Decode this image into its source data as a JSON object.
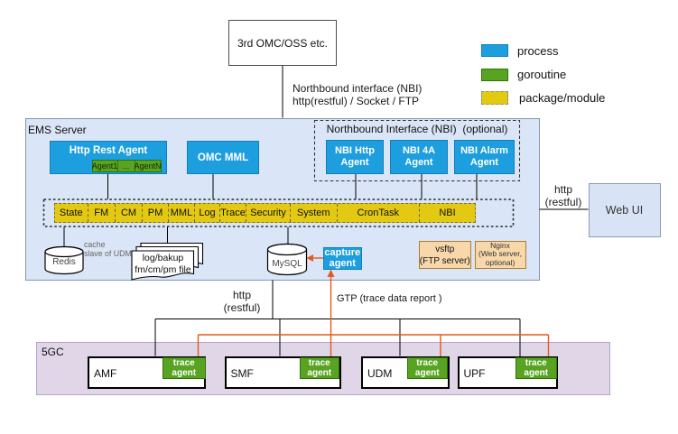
{
  "top_box": {
    "label": "3rd OMC/OSS etc."
  },
  "top_link": {
    "line1": "Northbound interface (NBI)",
    "line2": "http(restful) / Socket / FTP"
  },
  "legend": {
    "items": [
      {
        "label": "process",
        "kind": "blue-solid"
      },
      {
        "label": "goroutine",
        "kind": "green-solid"
      },
      {
        "label": "package/module",
        "kind": "yellow-dashed"
      }
    ]
  },
  "ems": {
    "title": "EMS Server",
    "http_rest_agent": {
      "title": "Http Rest Agent",
      "agents": [
        "Agent1",
        "...",
        "AgentN"
      ]
    },
    "omc_mml": {
      "label": "OMC MML"
    },
    "nbi_group": {
      "title": "Northbound Interface (NBI)  (optional)",
      "agents": [
        {
          "line1": "NBI Http",
          "line2": "Agent"
        },
        {
          "line1": "NBI 4A",
          "line2": "Agent"
        },
        {
          "line1": "NBI Alarm",
          "line2": "Agent"
        }
      ]
    },
    "modules": [
      "State",
      "FM",
      "CM",
      "PM",
      "MML",
      "Log",
      "Trace",
      "Security",
      "System",
      "CronTask",
      "NBI"
    ],
    "redis": {
      "label": "Redis",
      "note_line1": "cache",
      "note_line2": "slave of UDM"
    },
    "log_docs": {
      "line1": "log/bakup",
      "line2": "fm/cm/pm file"
    },
    "mysql": {
      "label": "MySQL"
    },
    "capture_agent": {
      "line1": "capture",
      "line2": "agent"
    },
    "vsftp": {
      "line1": "vsftp",
      "line2": "(FTP server)"
    },
    "nginx": {
      "line1": "Nginx",
      "line2": "(Web server,",
      "line3": "optional)"
    }
  },
  "web_ui": {
    "label": "Web UI"
  },
  "links": {
    "http_restful_right": {
      "line1": "http",
      "line2": "(restful)"
    },
    "http_restful_bottom": {
      "line1": "http",
      "line2": "(restful)"
    },
    "gtp": {
      "label": "GTP  (trace data report )"
    }
  },
  "five_gc": {
    "title": "5GC",
    "nfs": [
      {
        "name": "AMF"
      },
      {
        "name": "SMF"
      },
      {
        "name": "UDM"
      },
      {
        "name": "UPF"
      }
    ],
    "trace_agent": {
      "line1": "trace",
      "line2": "agent"
    }
  },
  "colors": {
    "process_blue": "#1d9ede",
    "goroutine_green": "#58a322",
    "package_yellow": "#e3c912",
    "ems_background": "#dae6f7",
    "fivegc_background": "#e0d6e8",
    "server_tan": "#f8d8ab",
    "arrow_orange": "#e8571c"
  }
}
